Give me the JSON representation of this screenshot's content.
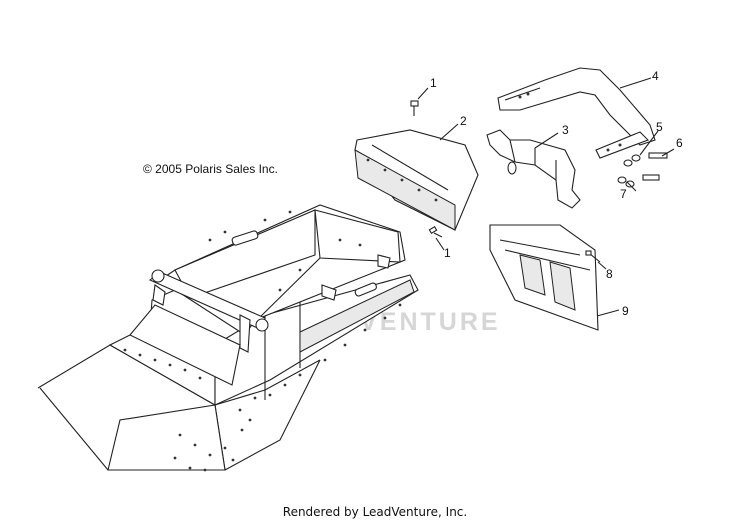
{
  "copyright": "© 2005 Polaris Sales Inc.",
  "footer": "Rendered by LeadVenture, Inc.",
  "watermark": "ADVENTURE",
  "callouts": [
    {
      "id": "1a",
      "label": "1"
    },
    {
      "id": "2",
      "label": "2"
    },
    {
      "id": "3",
      "label": "3"
    },
    {
      "id": "4",
      "label": "4"
    },
    {
      "id": "5",
      "label": "5"
    },
    {
      "id": "6",
      "label": "6"
    },
    {
      "id": "7",
      "label": "7"
    },
    {
      "id": "1b",
      "label": "1"
    },
    {
      "id": "8",
      "label": "8"
    },
    {
      "id": "9",
      "label": "9"
    }
  ]
}
